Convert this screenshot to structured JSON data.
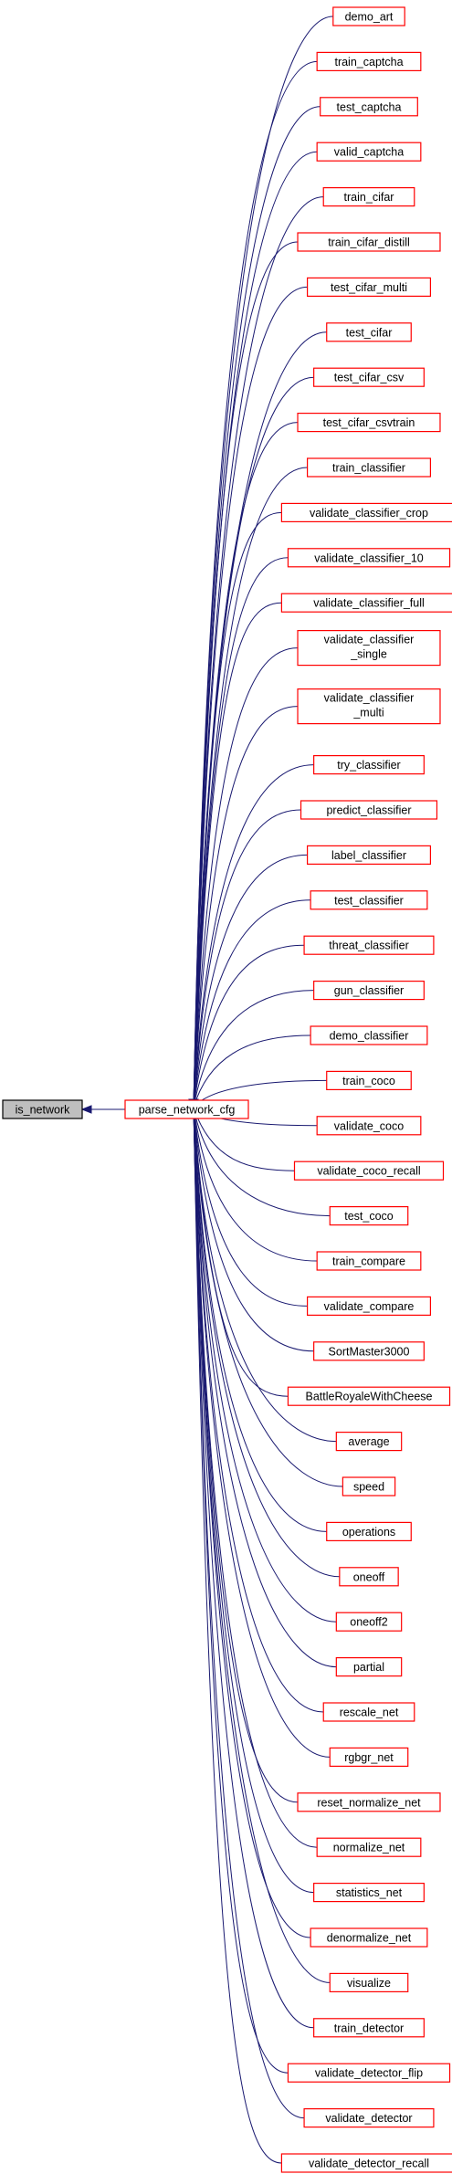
{
  "root": {
    "label": "is_network"
  },
  "hub": {
    "label": "parse_network_cfg"
  },
  "callers": [
    [
      "demo_art"
    ],
    [
      "train_captcha"
    ],
    [
      "test_captcha"
    ],
    [
      "valid_captcha"
    ],
    [
      "train_cifar"
    ],
    [
      "train_cifar_distill"
    ],
    [
      "test_cifar_multi"
    ],
    [
      "test_cifar"
    ],
    [
      "test_cifar_csv"
    ],
    [
      "test_cifar_csvtrain"
    ],
    [
      "train_classifier"
    ],
    [
      "validate_classifier_crop"
    ],
    [
      "validate_classifier_10"
    ],
    [
      "validate_classifier_full"
    ],
    [
      "validate_classifier",
      "_single"
    ],
    [
      "validate_classifier",
      "_multi"
    ],
    [
      "try_classifier"
    ],
    [
      "predict_classifier"
    ],
    [
      "label_classifier"
    ],
    [
      "test_classifier"
    ],
    [
      "threat_classifier"
    ],
    [
      "gun_classifier"
    ],
    [
      "demo_classifier"
    ],
    [
      "train_coco"
    ],
    [
      "validate_coco"
    ],
    [
      "validate_coco_recall"
    ],
    [
      "test_coco"
    ],
    [
      "train_compare"
    ],
    [
      "validate_compare"
    ],
    [
      "SortMaster3000"
    ],
    [
      "BattleRoyaleWithCheese"
    ],
    [
      "average"
    ],
    [
      "speed"
    ],
    [
      "operations"
    ],
    [
      "oneoff"
    ],
    [
      "oneoff2"
    ],
    [
      "partial"
    ],
    [
      "rescale_net"
    ],
    [
      "rgbgr_net"
    ],
    [
      "reset_normalize_net"
    ],
    [
      "normalize_net"
    ],
    [
      "statistics_net"
    ],
    [
      "denormalize_net"
    ],
    [
      "visualize"
    ],
    [
      "train_detector"
    ],
    [
      "validate_detector_flip"
    ],
    [
      "validate_detector"
    ],
    [
      "validate_detector_recall"
    ]
  ],
  "colors": {
    "edge": "#191970",
    "node_border": "#ff0000",
    "root_fill": "#bfbfbf",
    "root_border": "#000000"
  }
}
